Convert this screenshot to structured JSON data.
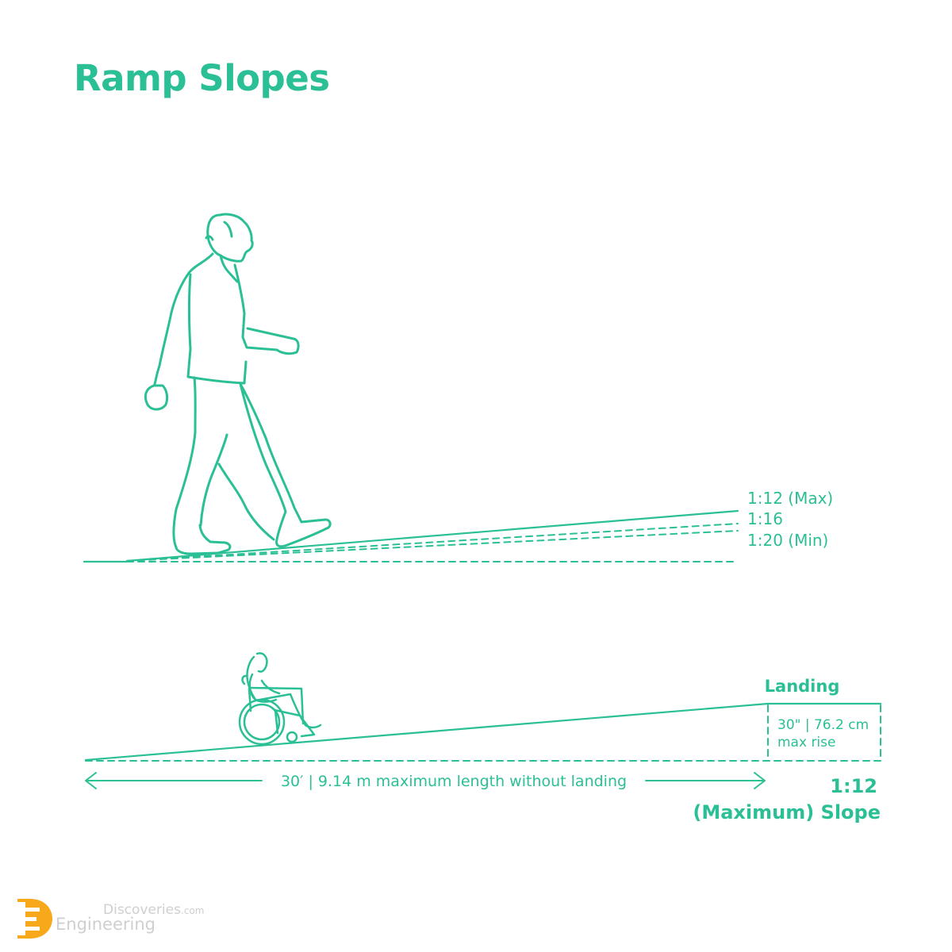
{
  "title": "Ramp Slopes",
  "colors": {
    "accent": "#2bbf95",
    "logo_orange": "#f7a81b",
    "logo_gray": "#cfcfcf"
  },
  "slopes": [
    {
      "label": "1:12 (Max)",
      "ratio": 12,
      "line": "solid"
    },
    {
      "label": "1:16",
      "ratio": 16,
      "line": "dashed"
    },
    {
      "label": "1:20 (Min)",
      "ratio": 20,
      "line": "dashed"
    }
  ],
  "ramp": {
    "landing_label": "Landing",
    "rise_value": "30\" | 76.2 cm",
    "rise_caption": "max rise",
    "length_label": "30′ | 9.14 m maximum length without landing",
    "slope_value": "1:12",
    "slope_caption": "(Maximum) Slope"
  },
  "icons": [
    "walking-person-icon",
    "wheelchair-user-icon",
    "arrow-left-icon",
    "arrow-right-icon"
  ],
  "logo": {
    "top_text": "Discoveries",
    "top_suffix": ".com",
    "bottom_text": "Engineering"
  }
}
